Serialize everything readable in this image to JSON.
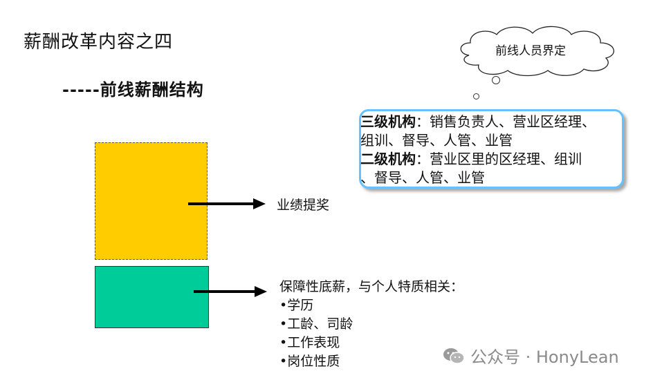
{
  "title": "薪酬改革内容之四",
  "subtitle": "-----前线薪酬结构",
  "cloud": {
    "label": "前线人员界定"
  },
  "callout": {
    "line1_bold": "三级机构",
    "line1_rest": "：销售负责人、营业区经理、",
    "line2": "组训、督导、人管、业管",
    "line3_bold": "二级机构",
    "line3_rest": "：营业区里的区经理、组训",
    "line4": "、督导、人管、业管"
  },
  "blocks": {
    "top_label": "业绩提奖",
    "bottom_heading": "保障性底薪，与个人特质相关：",
    "bottom_items": [
      "•学历",
      "•工龄、司龄",
      "•工作表现",
      "•岗位性质"
    ]
  },
  "colors": {
    "yellow_block": "#ffcc00",
    "green_block": "#00cc99",
    "callout_border": "#66c2ff"
  },
  "watermark": {
    "text": "公众号 · HonyLean"
  }
}
